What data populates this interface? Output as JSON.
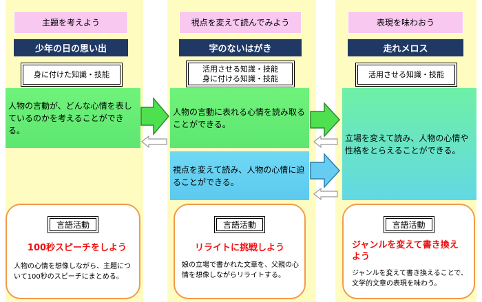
{
  "columns": [
    {
      "theme": "主題を考えよう",
      "work": "少年の日の思い出",
      "skill_lines": [
        "身に付けた知識・技能"
      ],
      "goals": [
        "人物の言動が、どんな心情を表しているのかを考えることができる。"
      ],
      "activity": {
        "label": "言語活動",
        "title": "100秒スピーチをしよう",
        "description": "人物の心情を想像しながら、主題について100秒のスピーチにまとめる。"
      }
    },
    {
      "theme": "視点を変えて読んでみよう",
      "work": "字のないはがき",
      "skill_lines": [
        "活用させる知識・技能",
        "身に付ける知識・技能"
      ],
      "goals": [
        "人物の言動に表れる心情を読み取ることができる。",
        "視点を変えて読み、人物の心情に迫ることができる。"
      ],
      "activity": {
        "label": "言語活動",
        "title": "リライトに挑戦しよう",
        "description": "娘の立場で書かれた文章を、父親の心情を想像しながらリライトする。"
      }
    },
    {
      "theme": "表現を味わおう",
      "work": "走れメロス",
      "skill_lines": [
        "活用させる知識・技能"
      ],
      "goals": [
        "立場を変えて読み、人物の心情や性格をとらえることができる。"
      ],
      "activity": {
        "label": "言語活動",
        "title": "ジャンルを変えて書き換えよう",
        "description": "ジャンルを変えて書き換えることで、文学的文章の表現を味わう。"
      }
    }
  ],
  "colors": {
    "column_bg": "#fefcc0",
    "title_bg": "#f8c8f0",
    "banner_bg": "#1f3864",
    "goal_green": "#5de671",
    "goal_cyan": "#5cc9ee",
    "activity_border": "#f29b4a",
    "activity_title": "#ee1111"
  }
}
